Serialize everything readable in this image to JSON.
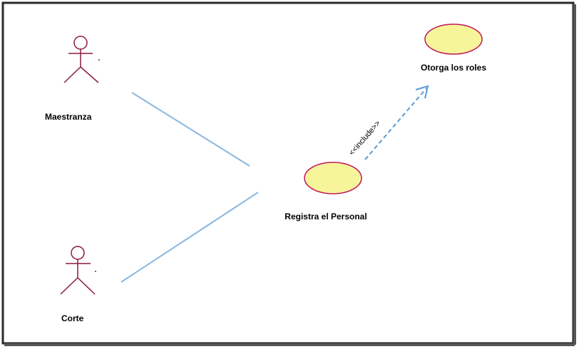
{
  "actors": [
    {
      "id": "maestranza",
      "label": "Maestranza"
    },
    {
      "id": "corte",
      "label": "Corte"
    }
  ],
  "use_cases": [
    {
      "id": "registra",
      "label": "Registra el Personal"
    },
    {
      "id": "otorga",
      "label": "Otorga los roles"
    }
  ],
  "relations": [
    {
      "from": "maestranza",
      "to": "registra",
      "type": "association"
    },
    {
      "from": "corte",
      "to": "registra",
      "type": "association"
    },
    {
      "from": "registra",
      "to": "otorga",
      "type": "include",
      "label": "<<include>>"
    }
  ],
  "colors": {
    "actor_stroke": "#8b1a3a",
    "usecase_fill": "#f7f59a",
    "usecase_stroke": "#c2185b",
    "association_line": "#8ab8e0",
    "include_line": "#5b9bd5",
    "frame_border": "#1a1a1a"
  }
}
